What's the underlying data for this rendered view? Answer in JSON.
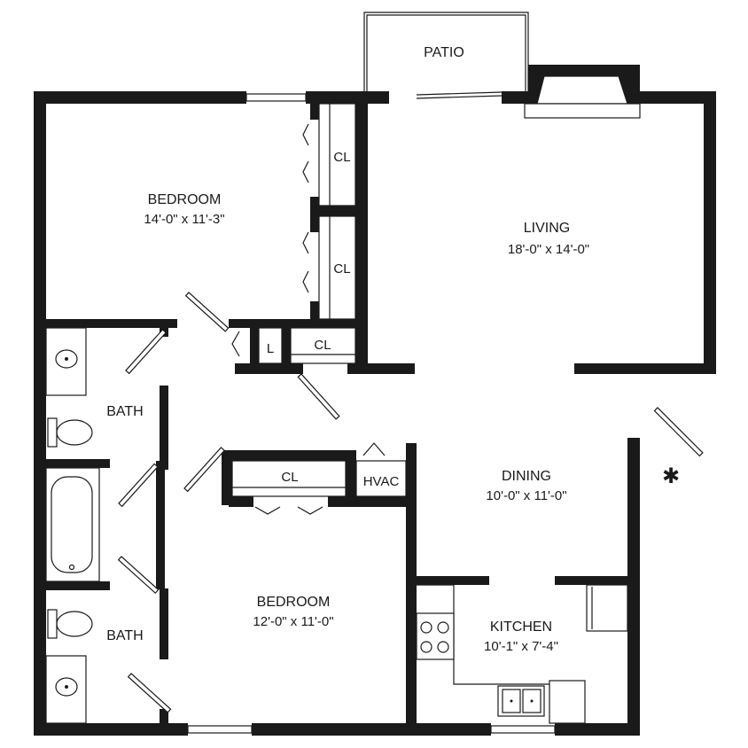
{
  "rooms": {
    "patio": {
      "name": "PATIO"
    },
    "living": {
      "name": "LIVING",
      "dims": "18'-0\" x 14'-0\""
    },
    "bedroom1": {
      "name": "BEDROOM",
      "dims": "14'-0\" x 11'-3\""
    },
    "bedroom2": {
      "name": "BEDROOM",
      "dims": "12'-0\" x 11'-0\""
    },
    "dining": {
      "name": "DINING",
      "dims": "10'-0\" x 11'-0\""
    },
    "kitchen": {
      "name": "KITCHEN",
      "dims": "10'-1\" x 7'-4\""
    },
    "bath1": {
      "name": "BATH"
    },
    "bath2": {
      "name": "BATH"
    }
  },
  "closets": {
    "cl_upper": "CL",
    "cl_lower": "CL",
    "cl_hall": "CL",
    "cl_bedroom2": "CL",
    "linen": "L",
    "hvac": "HVAC"
  },
  "markers": {
    "entry": "✱"
  }
}
